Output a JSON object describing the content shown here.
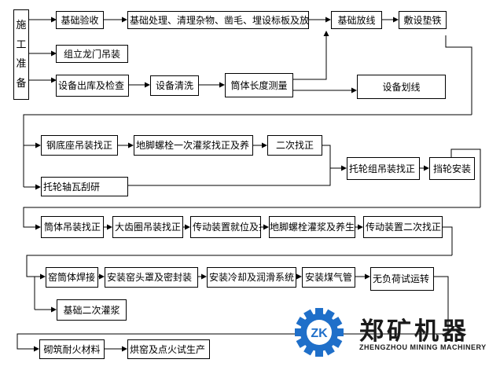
{
  "flow": {
    "start": "施工准备",
    "row1": {
      "foundation_check": "基础验收",
      "foundation_treat": "基础处理、清理杂物、凿毛、埋设标板及放",
      "foundation_lines": "基础放线",
      "lay_pads": "敷设垫铁",
      "gantry": "组立龙门吊装",
      "equip_check": "设备出库及检查",
      "equip_clean": "设备清洗",
      "shell_measure": "筒体长度测量",
      "equip_mark": "设备划线"
    },
    "row2": {
      "base_lift": "钢底座吊装找正",
      "anchor_grout": "地脚螺栓一次灌浆找正及养",
      "second_align": "二次找正",
      "roller_lift": "托轮组吊装找正",
      "thrust_roller": "挡轮安装",
      "roller_bearing": "托轮轴瓦刮研"
    },
    "row3": {
      "shell_lift": "筒体吊装找正",
      "gear_ring": "大齿圈吊装找正",
      "drive_align": "传动装置就位及找",
      "anchor_grout2": "地脚螺栓灌浆及养生",
      "drive_second": "传动装置二次找正"
    },
    "row4": {
      "kiln_weld": "窑筒体焊接",
      "kiln_head": "安装窑头罩及密封装",
      "cooling": "安装冷却及润滑系统",
      "gas_pipe": "安装煤气管",
      "no_load_test": "无负荷试运转",
      "base_grout2": "基础二次灌浆"
    },
    "row5": {
      "refractory": "砌筑耐火材料",
      "bake": "烘窑及点火试生产"
    }
  },
  "logo": {
    "mark": "ZK",
    "name": "郑矿机器",
    "subtitle": "ZHENGZHOU MINING MACHINERY",
    "color": "#1f6fc9"
  }
}
